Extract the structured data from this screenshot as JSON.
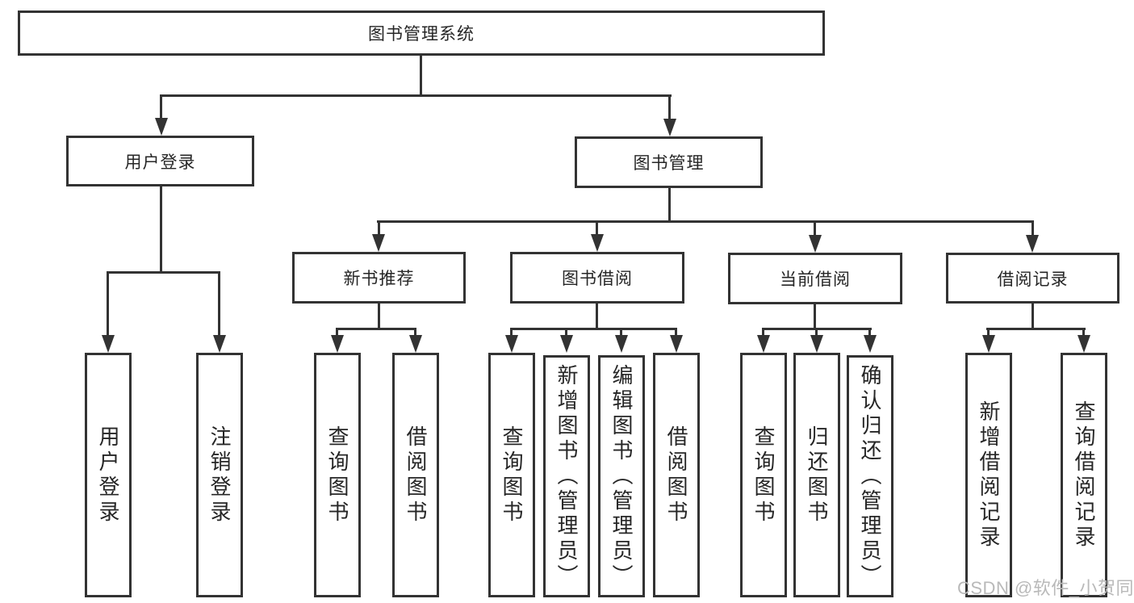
{
  "diagram": {
    "root": {
      "label": "图书管理系统"
    },
    "level2": [
      {
        "id": "user-login",
        "label": "用户登录"
      },
      {
        "id": "book-management",
        "label": "图书管理"
      }
    ],
    "level3": [
      {
        "id": "new-book-recommend",
        "label": "新书推荐"
      },
      {
        "id": "book-borrow",
        "label": "图书借阅"
      },
      {
        "id": "current-borrow",
        "label": "当前借阅"
      },
      {
        "id": "borrow-records",
        "label": "借阅记录"
      }
    ],
    "level4": [
      {
        "id": "user-login-action",
        "label": "用户登录"
      },
      {
        "id": "logout-action",
        "label": "注销登录"
      },
      {
        "id": "query-books-recommend",
        "label": "查询图书"
      },
      {
        "id": "borrow-books-recommend",
        "label": "借阅图书"
      },
      {
        "id": "query-books-borrow",
        "label": "查询图书"
      },
      {
        "id": "add-books-admin",
        "label": "新增图书（管理员）"
      },
      {
        "id": "edit-books-admin",
        "label": "编辑图书（管理员）"
      },
      {
        "id": "borrow-books-borrow",
        "label": "借阅图书"
      },
      {
        "id": "query-books-current",
        "label": "查询图书"
      },
      {
        "id": "return-books",
        "label": "归还图书"
      },
      {
        "id": "confirm-return-admin",
        "label": "确认归还（管理员）"
      },
      {
        "id": "add-borrow-record",
        "label": "新增借阅记录"
      },
      {
        "id": "query-borrow-record",
        "label": "查询借阅记录"
      }
    ],
    "watermark": "CSDN @软件_小贺同学",
    "colors": {
      "line": "#333333",
      "text": "#262626",
      "watermark": "#b9b9b9"
    }
  }
}
